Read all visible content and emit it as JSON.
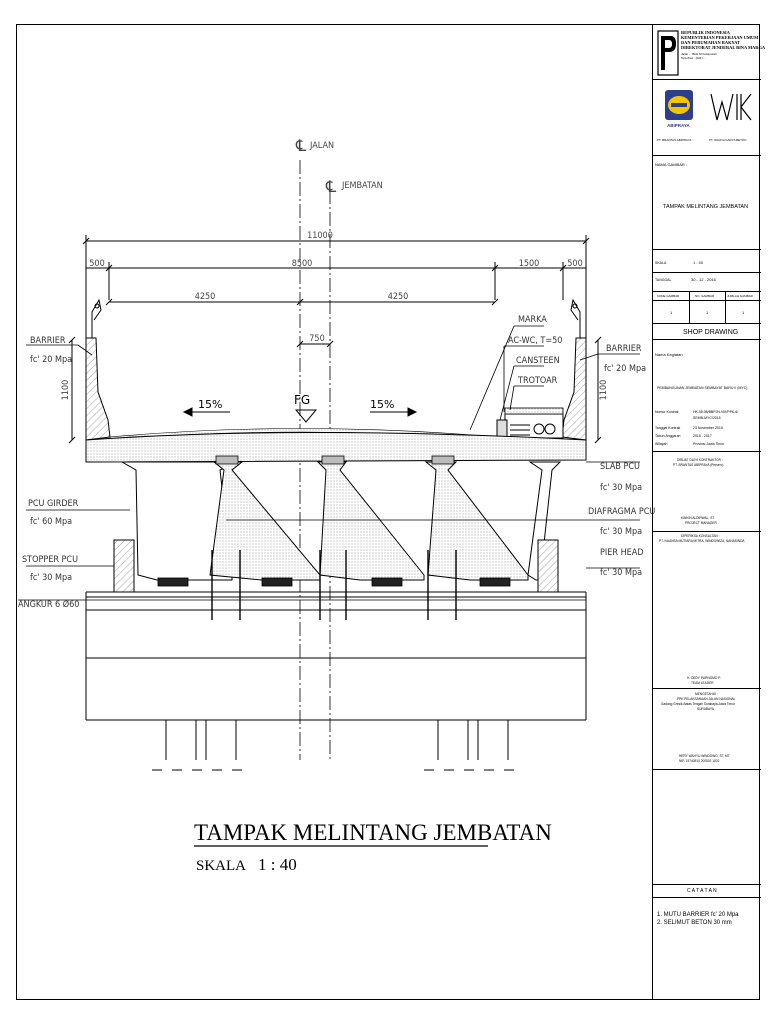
{
  "title_block": {
    "ministry_lines": [
      "REPUBLIK INDONESIA",
      "KEMENTERIAN PEKERJAAN UMUM",
      "DAN PERUMAHAN RAKYAT",
      "DIREKTORAT JENDERAL BINA MARGA"
    ],
    "ministry_small": [
      "Jalan ... Blok M Kebayoran",
      "Telp./Fax : (021) ..."
    ],
    "logo_left_name": "ABIPRAYA",
    "logo_left_caption": "PT. BRANTAS ABIPRAYA",
    "logo_right_name": "WIKA",
    "logo_right_caption": "PT. WIJAYA KARYA BETON",
    "nama_gambar_label": "NAMA GAMBAR :",
    "nama_gambar_value": "TAMPAK MELINTANG JEMBATAN",
    "skala_label": "SKALA",
    "skala_value": "1 : 40",
    "tanggal_label": "TANGGAL",
    "tanggal_value": "30 - 12 - 2016",
    "kode_gambar_label": "KODE GAMBAR",
    "no_gambar_label": "NO. GAMBAR",
    "jumlah_gambar_label": "JUMLAH GAMBAR",
    "kode_gambar_value": "1",
    "no_gambar_value": "1",
    "jumlah_gambar_value": "1",
    "shop_drawing": "SHOP DRAWING",
    "nama_kegiatan_label": "Nama Kegiatan",
    "nama_kegiatan_value": "PEMBANGUNAN JEMBATAN SEMBAYAT BARU II (MYC)",
    "nomor_kontrak_label": "Nomor Kontrak",
    "nomor_kontrak_value": [
      "HK.08.08/BBPJN-VIII/PPK-6/",
      "SEMB-MYC/2015"
    ],
    "tanggal_kontrak_label": "Tanggal Kontrak",
    "tanggal_kontrak_value": "23 November 2015",
    "tahun_anggaran_label": "Tahun Anggaran",
    "tahun_anggaran_value": "2015 - 2017",
    "wilayah_label": "Wilayah",
    "wilayah_value": "Provinsi Jawa Timur",
    "dibuat_oleh": "DIBUAT OLEH KONTRAKTOR :",
    "kontraktor": "PT. BRANTAS ABIPRAYA (Persero)",
    "project_manager_name": "KINKIN ALDIRWAL, ST",
    "project_manager_role": "PROJECT MANAGER",
    "diperiksa_oleh": "DIPERIKSA KONSULTAN :",
    "konsultan": "PT. NUANSA MUTIARA MITRA, WINDOWIZA, NANASINDA",
    "team_leader_name": "H. DEDY PURNOMO P.",
    "team_leader_role": "TEAM LEADER",
    "mengetahui": "MENGETAHUI :",
    "ppk_lines": [
      "PPK PELAKSANAAN JALAN NASIONAL",
      "Gadang Gresik-Batas Tengah Surabaya-Jawa Timur",
      "SURABAYA"
    ],
    "ppk_name": "HERY WAHYU WINDOWO, ST, MT",
    "ppk_nip": "NIP. 19740910 200502 1002",
    "catatan_label": "C A T A T A N",
    "catatan_items": [
      "1.  MUTU BARRIER fc' 20 Mpa",
      "2.  SELIMUT BETON 30 mm"
    ]
  },
  "drawing": {
    "cl_jalan": "JALAN",
    "cl_jembatan": "JEMBATAN",
    "dim_total": "11000",
    "dim_500_left": "500",
    "dim_8500": "8500",
    "dim_1500": "1500",
    "dim_500_right": "500",
    "dim_4250_left": "4250",
    "dim_4250_right": "4250",
    "dim_750": "750",
    "dim_1100_left": "1100",
    "dim_1100_right": "1100",
    "slope_left": "15%",
    "slope_right": "15%",
    "fg": "FG",
    "labels_left": {
      "barrier": "BARRIER",
      "barrier_fc": "fc' 20 Mpa",
      "pcu_girder": "PCU GIRDER",
      "pcu_girder_fc": "fc' 60 Mpa",
      "stopper": "STOPPER PCU",
      "stopper_fc": "fc' 30 Mpa",
      "angkur": "ANGKUR 6 Ø60"
    },
    "labels_right": {
      "marka": "MARKA",
      "acwc": "AC-WC, T=50",
      "cansteen": "CANSTEEN",
      "trotoar": "TROTOAR",
      "barrier": "BARRIER",
      "barrier_fc": "fc' 20 Mpa",
      "slab": "SLAB PCU",
      "slab_fc": "fc' 30 Mpa",
      "diafragma": "DIAFRAGMA PCU",
      "diafragma_fc": "fc' 30 Mpa",
      "pier_head": "PIER HEAD",
      "pier_head_fc": "fc' 30 Mpa"
    },
    "main_title": "TAMPAK MELINTANG JEMBATAN",
    "scale_label": "SKALA",
    "scale_value": "1 : 40"
  }
}
